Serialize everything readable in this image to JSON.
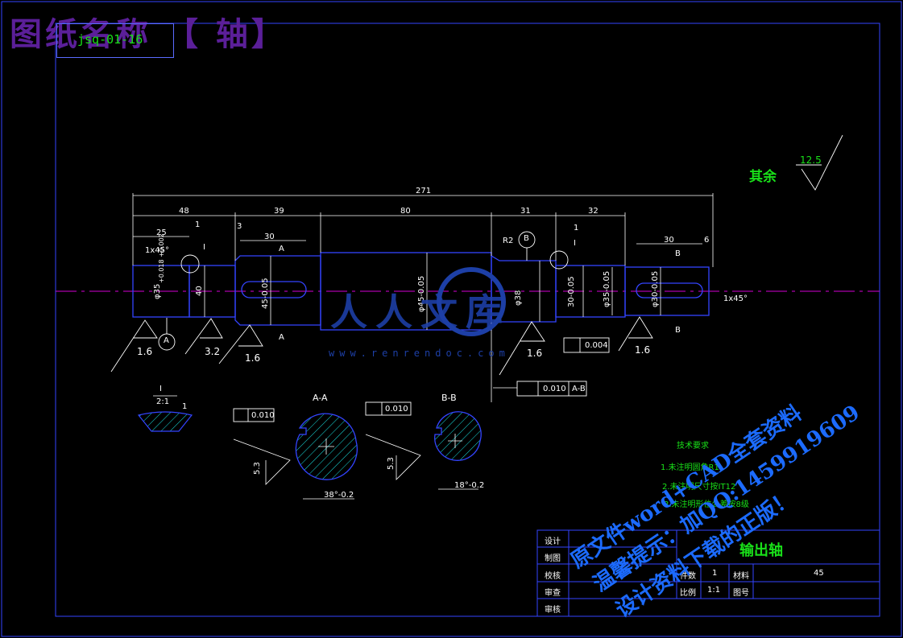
{
  "title": {
    "prefix": "图纸名称",
    "name": "【 轴】"
  },
  "drawing_code": "jsq-01-16",
  "surface_rest": {
    "label": "其余",
    "value": "12.5"
  },
  "dims": {
    "overall": "271",
    "d48": "48",
    "d25": "25",
    "d1a": "1",
    "d3": "3",
    "d39": "39",
    "d30a": "30",
    "d80": "80",
    "d31": "31",
    "d32": "32",
    "d1b": "1",
    "d30b": "30",
    "d6": "6",
    "chamfer_left": "1x45°",
    "chamfer_right": "1x45°",
    "r2": "R2",
    "dia35": "φ35",
    "tol35": "+0.018 +0.002",
    "dia40": "40",
    "dia45": "45-0.05",
    "dia45b": "φ45-0.05",
    "dia38": "φ38",
    "dia30": "30-0.05",
    "dia35b": "φ35-0.05",
    "dia30b": "φ30-0.05"
  },
  "roughness": [
    "1.6",
    "3.2",
    "1.6",
    "1.6",
    "1.6"
  ],
  "datums": {
    "a": "A",
    "b": "B",
    "i": "I"
  },
  "section_labels": {
    "aa": "A-A",
    "bb": "B-B",
    "a": "A",
    "b": "B"
  },
  "tolerances": {
    "cyl": "0.004",
    "runout": "0.010",
    "runout_ref": "A-B",
    "sym_a": "0.010",
    "sym_b": "0.010"
  },
  "section_dims": {
    "aa_w": "38°-0.2",
    "aa_h": "5.3",
    "bb_w": "18°-0.2",
    "bb_h": "5.3"
  },
  "detail": {
    "label": "I",
    "scale": "2:1",
    "dim": "1"
  },
  "tech_req": {
    "heading": "技术要求",
    "items": [
      "1.未注明圆角R1",
      "2.未注明尺寸按IT12",
      "3.未注明形位公差按8级"
    ]
  },
  "title_block": {
    "part_name": "输出轴",
    "labels": [
      "设计",
      "制图",
      "校核",
      "审查",
      "审核"
    ],
    "qty_label": "件数",
    "qty": "1",
    "mat_label": "材料",
    "mat": "45",
    "scale_label": "比例",
    "scale": "1:1",
    "dwg_label": "图号"
  },
  "watermark": {
    "line1": "原文件word+CAD全套资料",
    "line2": "温馨提示：加QQ:1459919609",
    "line3": "设计资料下载的正版！"
  },
  "logo": {
    "cn": "人人文库",
    "url": "www.renrendoc.com"
  },
  "colors": {
    "frame": "#3344ff",
    "centerline": "#d400d4",
    "dim": "#ffffff",
    "text": "#19e019",
    "title": "#5b1f99"
  }
}
